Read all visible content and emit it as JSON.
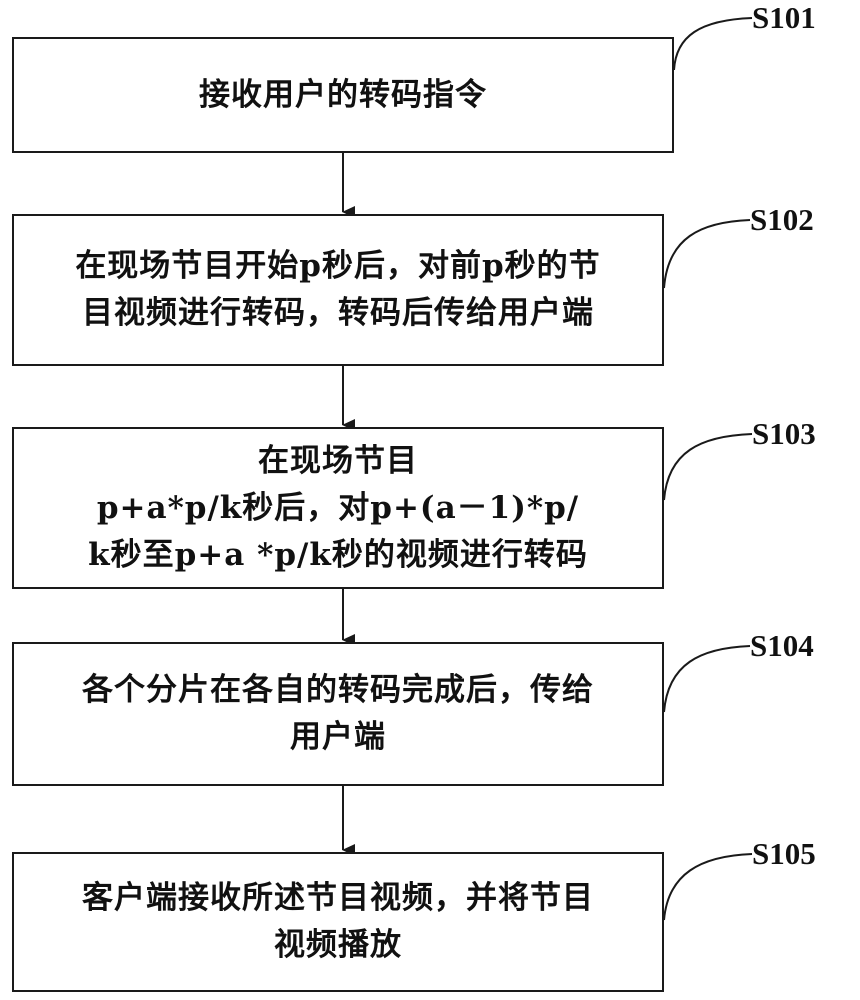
{
  "steps": [
    {
      "id": "S101",
      "text": "接收用户的转码指令"
    },
    {
      "id": "S102",
      "text": "在现场节目开始p秒后，对前p秒的节\n目视频进行转码，转码后传给用户端"
    },
    {
      "id": "S103",
      "text": "在现场节目\np+a*p/k秒后，对p+(a－1)*p/\nk秒至p+a *p/k秒的视频进行转码"
    },
    {
      "id": "S104",
      "text": "各个分片在各自的转码完成后，传给\n用户端"
    },
    {
      "id": "S105",
      "text": "客户端接收所述节目视频，并将节目\n视频播放"
    }
  ]
}
